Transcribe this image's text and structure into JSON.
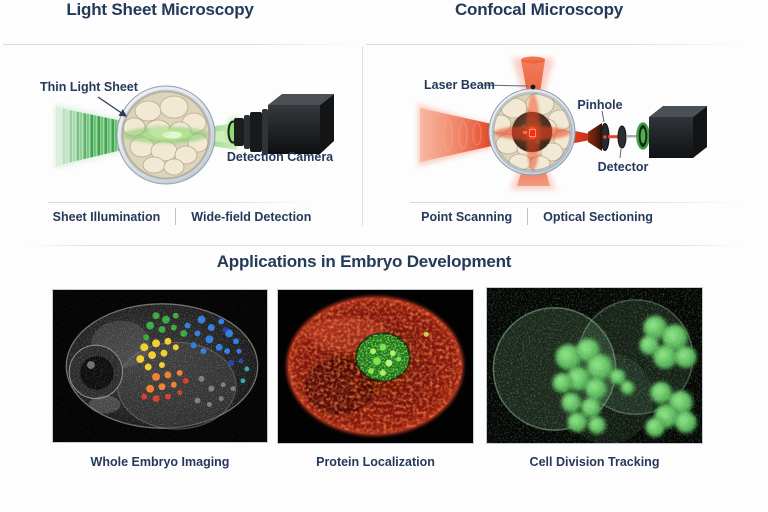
{
  "light_sheet": {
    "title": "Light Sheet Microscopy",
    "label_sheet": "Thin Light Sheet",
    "label_camera": "Detection Camera",
    "caption_left": "Sheet Illumination",
    "caption_right": "Wide-field Detection"
  },
  "confocal": {
    "title": "Confocal Microscopy",
    "label_laser": "Laser Beam",
    "label_pinhole": "Pinhole",
    "label_detector": "Detector",
    "caption_left": "Point Scanning",
    "caption_right": "Optical Sectioning"
  },
  "applications": {
    "title": "Applications in Embryo Development",
    "items": [
      {
        "caption": "Whole Embryo Imaging"
      },
      {
        "caption": "Protein Localization"
      },
      {
        "caption": "Cell Division Tracking"
      }
    ]
  },
  "colors": {
    "heading_navy": "#25395a",
    "light_sheet_green": "#2f9e44",
    "laser_red": "#e8442a"
  }
}
